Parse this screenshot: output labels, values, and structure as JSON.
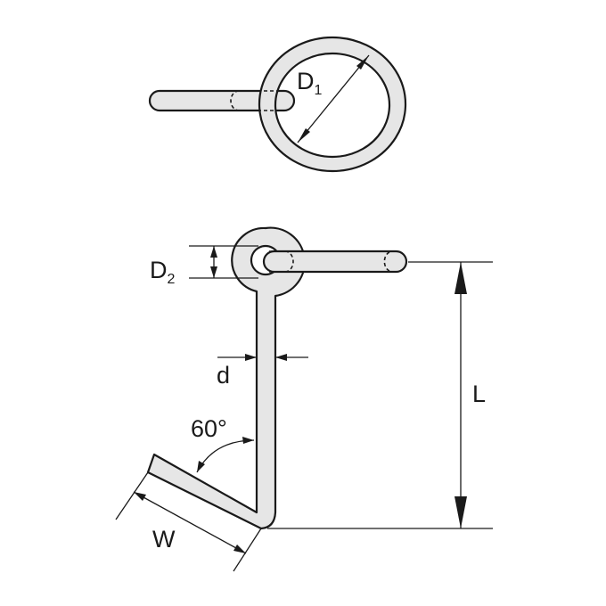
{
  "labels": {
    "d1_main": "D",
    "d1_sub": "1",
    "d2_main": "D",
    "d2_sub": "2",
    "d": "d",
    "angle": "60°",
    "w": "W",
    "l": "L"
  }
}
